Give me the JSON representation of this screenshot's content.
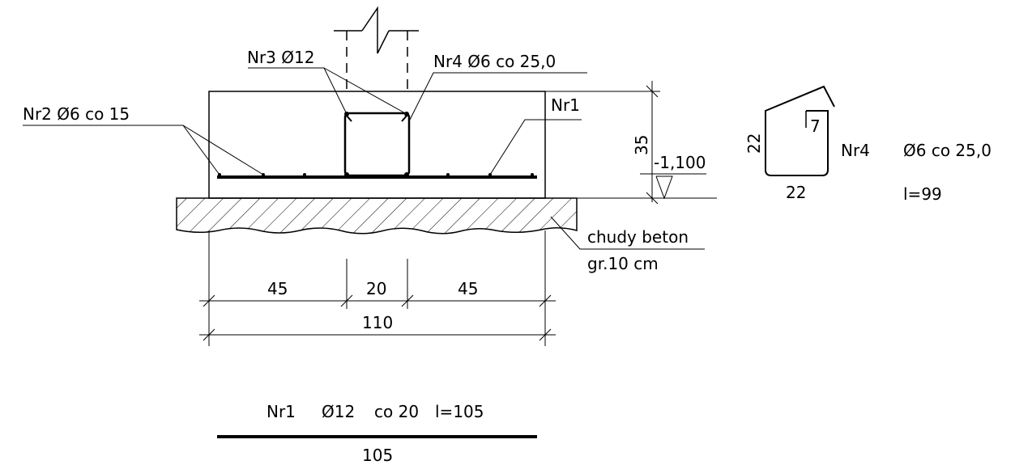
{
  "labels": {
    "nr3": "Nr3 Ø12",
    "nr4": "Nr4 Ø6 co 25,0",
    "nr2": "Nr2 Ø6 co 15",
    "nr1": "Nr1",
    "height_dim": "35",
    "level": "-1,100",
    "lean_concrete": "chudy beton",
    "lean_concrete_thickness": "gr.10 cm",
    "dim_left": "45",
    "dim_mid": "20",
    "dim_right": "45",
    "dim_total": "110"
  },
  "stirrup_detail": {
    "side_height": "22",
    "bottom_width": "22",
    "hook": "7",
    "name": "Nr4",
    "spec": "Ø6 co 25,0",
    "length": "l=99"
  },
  "bar_schedule": {
    "name": "Nr1",
    "diameter": "Ø12",
    "spacing": "co 20",
    "length_label": "l=105",
    "bar_length": "105"
  },
  "colors": {
    "line": "#000000",
    "background": "#ffffff"
  }
}
